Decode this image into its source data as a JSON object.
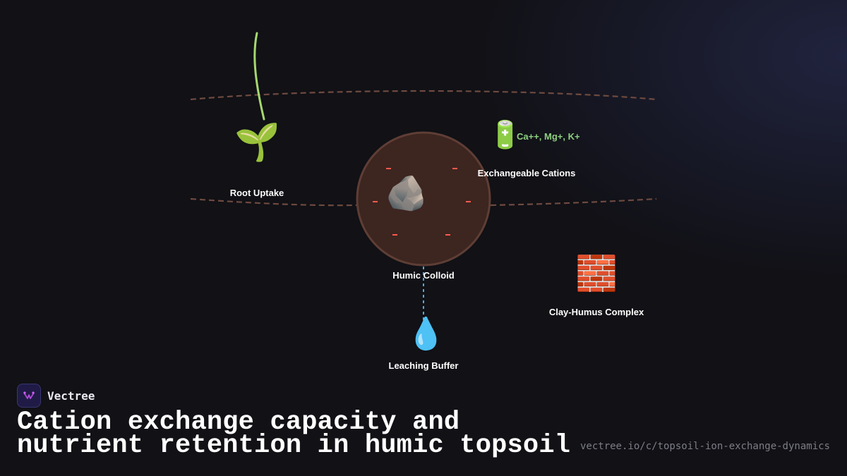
{
  "diagram": {
    "nodes": {
      "root_uptake": {
        "label": "Root Uptake",
        "icon": "seedling-icon",
        "glyph": "🌱"
      },
      "humic_colloid": {
        "label": "Humic Colloid",
        "icon": "rock-icon",
        "glyph": "🪨",
        "charge_glyph": "−"
      },
      "exchangeable_cations": {
        "label": "Exchangeable Cations",
        "icon": "battery-icon",
        "glyph": "🔋",
        "value": "Ca++, Mg+, K+"
      },
      "clay_humus_complex": {
        "label": "Clay-Humus Complex",
        "icon": "brick-icon",
        "glyph": "🧱"
      },
      "leaching_buffer": {
        "label": "Leaching Buffer",
        "icon": "droplet-icon",
        "glyph": "💧"
      }
    },
    "colors": {
      "root": "#a6d86e",
      "soil_boundary": "#6e4a3f",
      "colloid_fill": "#3d2520",
      "colloid_stroke": "#5e3e35",
      "negative_charge": "#ff5a4e",
      "cation_text": "#8ed081",
      "leaching_line": "#4fa8d8"
    }
  },
  "brand": {
    "name": "Vectree",
    "icon": "vectree-logo-icon"
  },
  "title_lines": [
    "Cation exchange capacity and",
    "nutrient retention in humic topsoil"
  ],
  "url": "vectree.io/c/topsoil-ion-exchange-dynamics"
}
